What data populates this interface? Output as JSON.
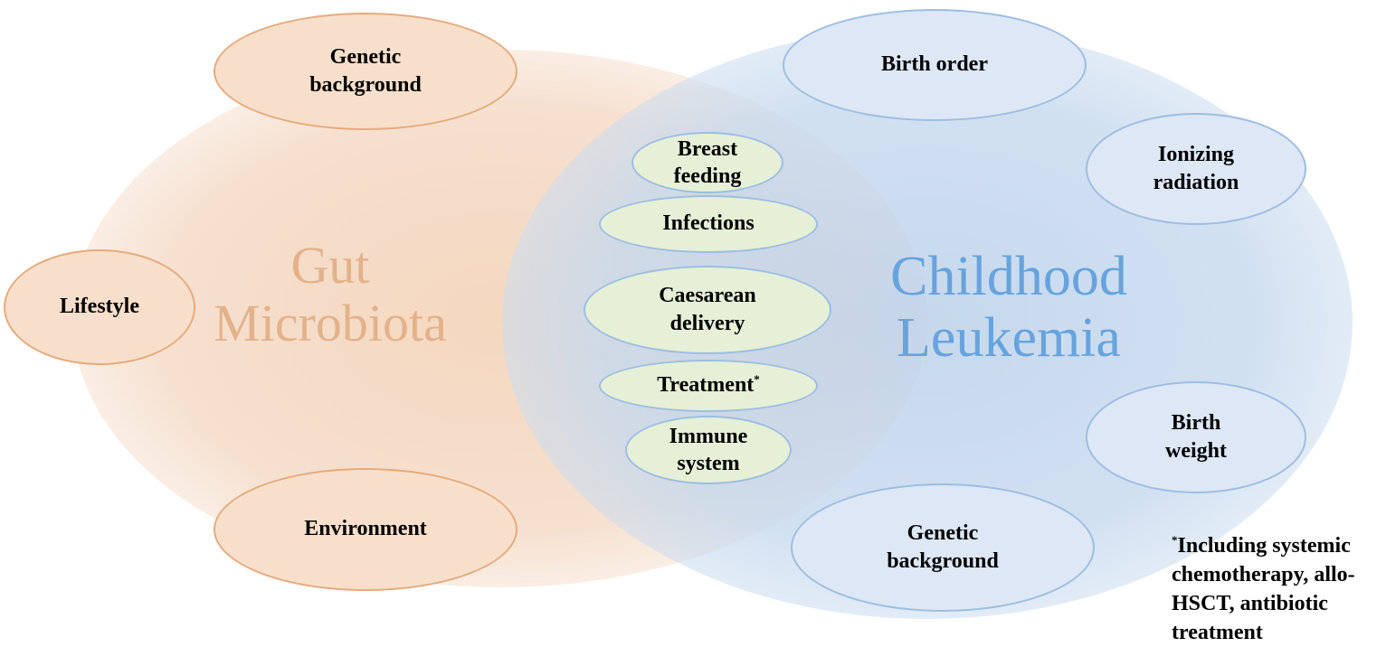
{
  "left_circle": {
    "title_line1": "Gut",
    "title_line2": "Microbiota"
  },
  "right_circle": {
    "title_line1": "Childhood",
    "title_line2": "Leukemia"
  },
  "left_factors": {
    "genetic_line1": "Genetic",
    "genetic_line2": "background",
    "lifestyle": "Lifestyle",
    "environment": "Environment"
  },
  "right_factors": {
    "birth_order": "Birth order",
    "ionizing_line1": "Ionizing",
    "ionizing_line2": "radiation",
    "birth_weight_line1": "Birth",
    "birth_weight_line2": "weight",
    "genetic_line1": "Genetic",
    "genetic_line2": "background"
  },
  "shared_factors": {
    "breast_line1": "Breast",
    "breast_line2": "feeding",
    "infections": "Infections",
    "caesarean_line1": "Caesarean",
    "caesarean_line2": "delivery",
    "treatment": "Treatment",
    "treatment_mark": "*",
    "immune_line1": "Immune",
    "immune_line2": "system"
  },
  "footnote": {
    "mark": "*",
    "line1": "Including systemic",
    "line2": "chemotherapy, allo-",
    "line3": "HSCT, antibiotic",
    "line4": "treatment"
  },
  "colors": {
    "gut": "#e3b28a",
    "leukemia": "#67a3dd",
    "shared_fill": "#e5f0d6"
  }
}
